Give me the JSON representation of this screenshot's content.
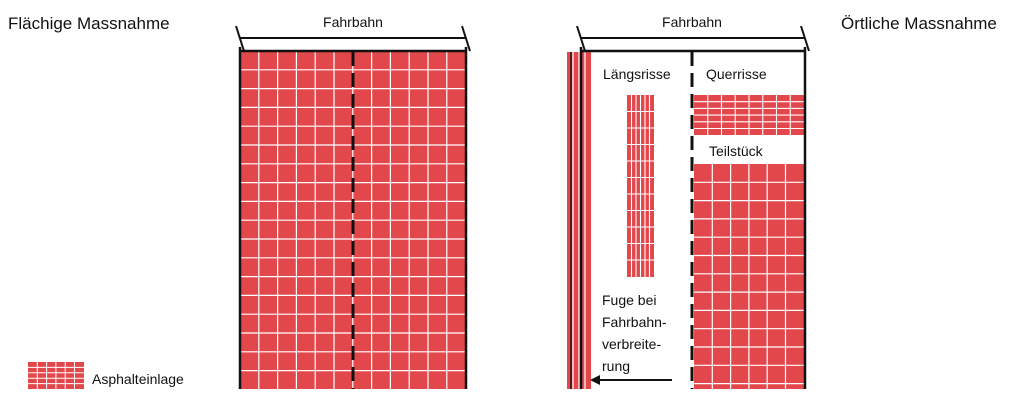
{
  "colors": {
    "asphalt": "#e2474c",
    "grid": "#ffffff",
    "line": "#111111",
    "text": "#111111",
    "background": "#ffffff"
  },
  "labels": {
    "left_title": "Flächige Massnahme",
    "right_title": "Örtliche Massnahme",
    "left_roadway": "Fahrbahn",
    "right_roadway": "Fahrbahn",
    "laengsrisse": "Längsrisse",
    "querrisse": "Querrisse",
    "teilstueck": "Teilstück",
    "fuge_lines": [
      "Fuge bei",
      "Fahrbahn-",
      "verbreite-",
      "rung"
    ],
    "legend": "Asphalteinlage"
  }
}
